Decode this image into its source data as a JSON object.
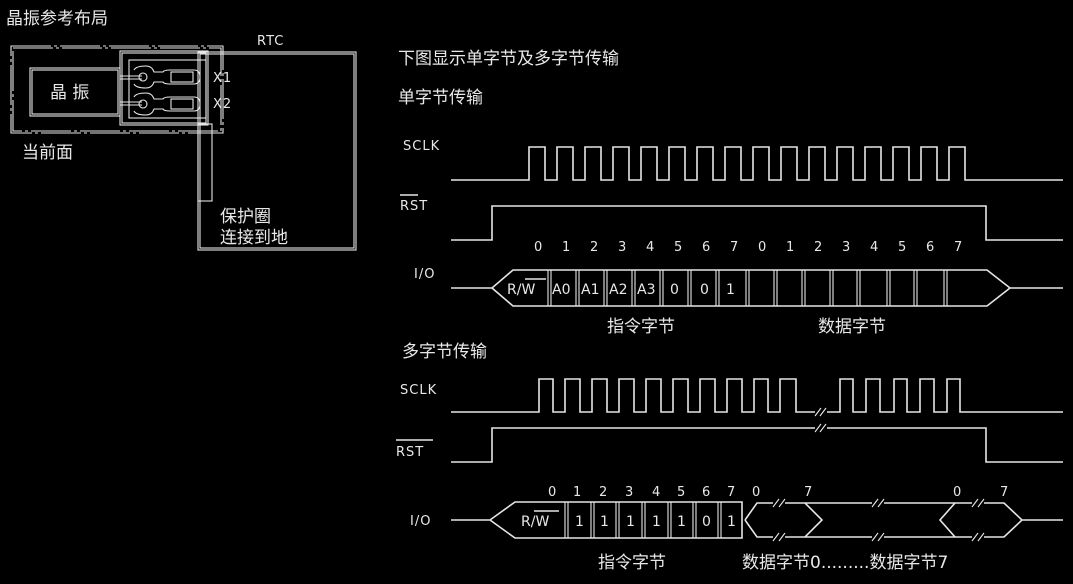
{
  "layout": {
    "title": "晶振参考布局",
    "rtc_label": "RTC",
    "crystal_label": "晶 振",
    "pin_x1": "X1",
    "pin_x2": "X2",
    "current_view": "当前面",
    "guard_ring_line1": "保护圈",
    "guard_ring_line2": "连接到地"
  },
  "timing": {
    "heading": "下图显示单字节及多字节传输",
    "single": {
      "title": "单字节传输",
      "sclk_label": "SCLK",
      "rst_label": "RST",
      "io_label": "I/O",
      "bit_indices": [
        "0",
        "1",
        "2",
        "3",
        "4",
        "5",
        "6",
        "7",
        "0",
        "1",
        "2",
        "3",
        "4",
        "5",
        "6",
        "7"
      ],
      "command_cells": [
        "R/W",
        "A0",
        "A1",
        "A2",
        "A3",
        "0",
        "0",
        "1"
      ],
      "data_cells": [
        "",
        "",
        "",
        "",
        "",
        "",
        "",
        ""
      ],
      "command_caption": "指令字节",
      "data_caption": "数据字节"
    },
    "multi": {
      "title": "多字节传输",
      "sclk_label": "SCLK",
      "rst_label": "RST",
      "io_label": "I/O",
      "bit_indices": [
        "0",
        "1",
        "2",
        "3",
        "4",
        "5",
        "6",
        "7",
        "0",
        "7",
        "0",
        "7"
      ],
      "command_cells": [
        "R/W",
        "1",
        "1",
        "1",
        "1",
        "1",
        "0",
        "1"
      ],
      "command_caption": "指令字节",
      "data_caption": "数据字节0.........数据字节7"
    }
  },
  "colors": {
    "background": "#000000",
    "line": "#e6e6e6"
  }
}
